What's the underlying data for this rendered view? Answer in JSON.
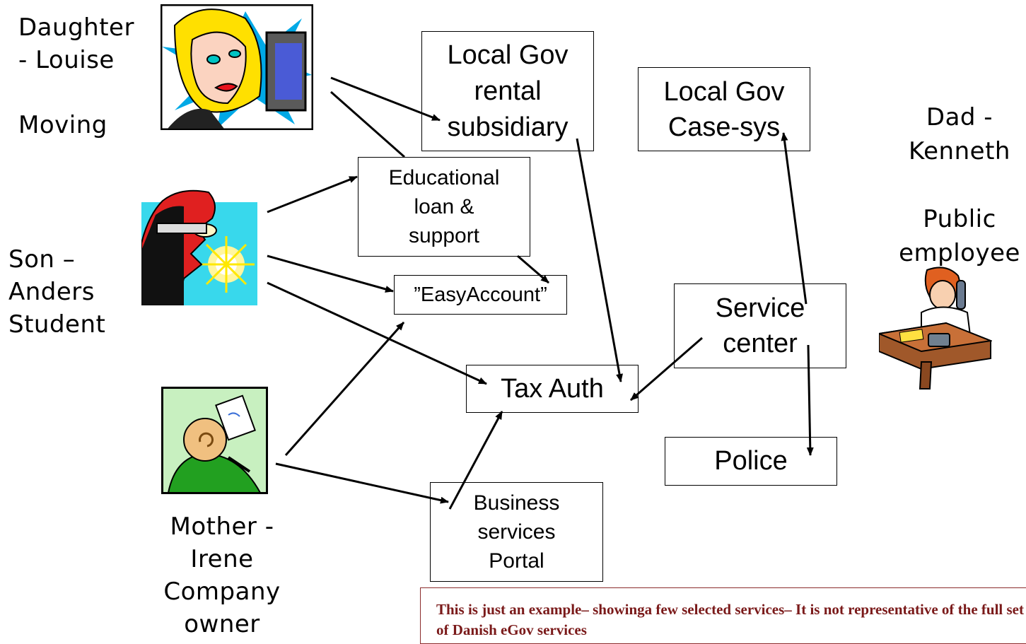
{
  "people": {
    "daughter": "Daughter\n- Louise\n\nMoving",
    "son": "Son –\nAnders\nStudent",
    "mother": "Mother -\nIrene\nCompany\nowner",
    "dad": "Dad -\nKenneth\n\nPublic\nemployee"
  },
  "boxes": {
    "rental": "Local Gov\nrental\nsubsidiary",
    "casesys": "Local Gov\nCase-sys",
    "educational": "Educational\nloan &\nsupport",
    "easyaccount": "”EasyAccount”",
    "service_center": "Service\ncenter",
    "tax_auth": "Tax Auth",
    "police": "Police",
    "business_portal": "Business\nservices\nPortal"
  },
  "disclaimer": "This is just an example– showinga few selected services– It is not representative of the full set of Danish eGov services"
}
